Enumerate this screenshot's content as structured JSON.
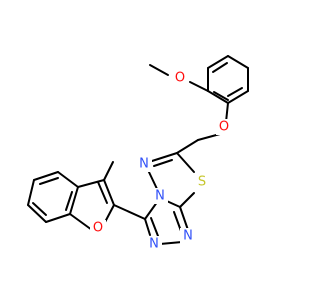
{
  "molecule": {
    "atoms": [
      {
        "id": "o_methoxy",
        "symbol": "O",
        "color": "#ff0d0d"
      },
      {
        "id": "o_ether",
        "symbol": "O",
        "color": "#ff0d0d"
      },
      {
        "id": "n1",
        "symbol": "N",
        "color": "#3050f8"
      },
      {
        "id": "s1",
        "symbol": "S",
        "color": "#c6c62c"
      },
      {
        "id": "n2",
        "symbol": "N",
        "color": "#3050f8"
      },
      {
        "id": "n3",
        "symbol": "N",
        "color": "#3050f8"
      },
      {
        "id": "n4",
        "symbol": "N",
        "color": "#3050f8"
      },
      {
        "id": "o_furan",
        "symbol": "O",
        "color": "#ff0d0d"
      }
    ],
    "bond_color": "#000000"
  }
}
